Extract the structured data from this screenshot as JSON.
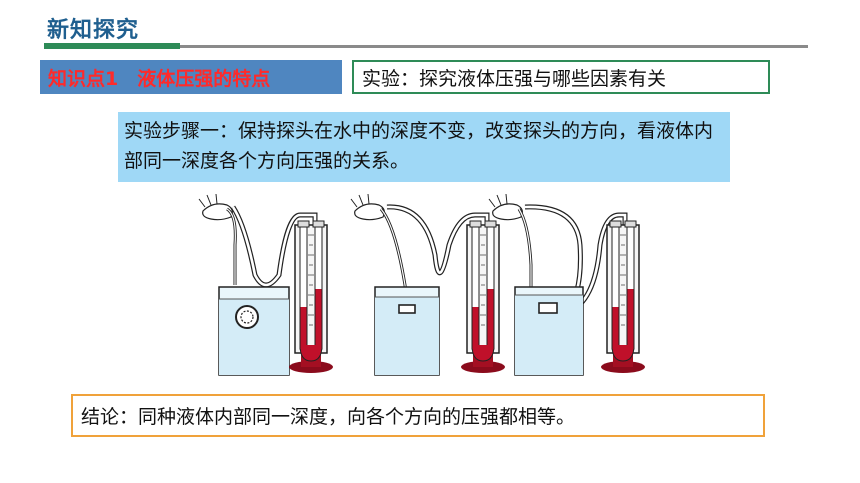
{
  "header": {
    "title": "新知探究"
  },
  "knowledge_point": {
    "label": "知识点1　液体压强的特点"
  },
  "experiment": {
    "label": "实验：探究液体压强与哪些因素有关"
  },
  "step": {
    "text": "实验步骤一：保持探头在水中的深度不变，改变探头的方向，看液体内部同一深度各个方向压强的关系。"
  },
  "conclusion": {
    "text": "结论：同种液体内部同一深度，向各个方向的压强都相等。"
  },
  "colors": {
    "title": "#1f5f8f",
    "accent_green": "#2e8b57",
    "kp_bg": "#4f86c0",
    "kp_text": "#ff2a2a",
    "step_bg": "#9fd8f6",
    "conclusion_border": "#f0a23a",
    "liquid_red": "#c0102a"
  }
}
